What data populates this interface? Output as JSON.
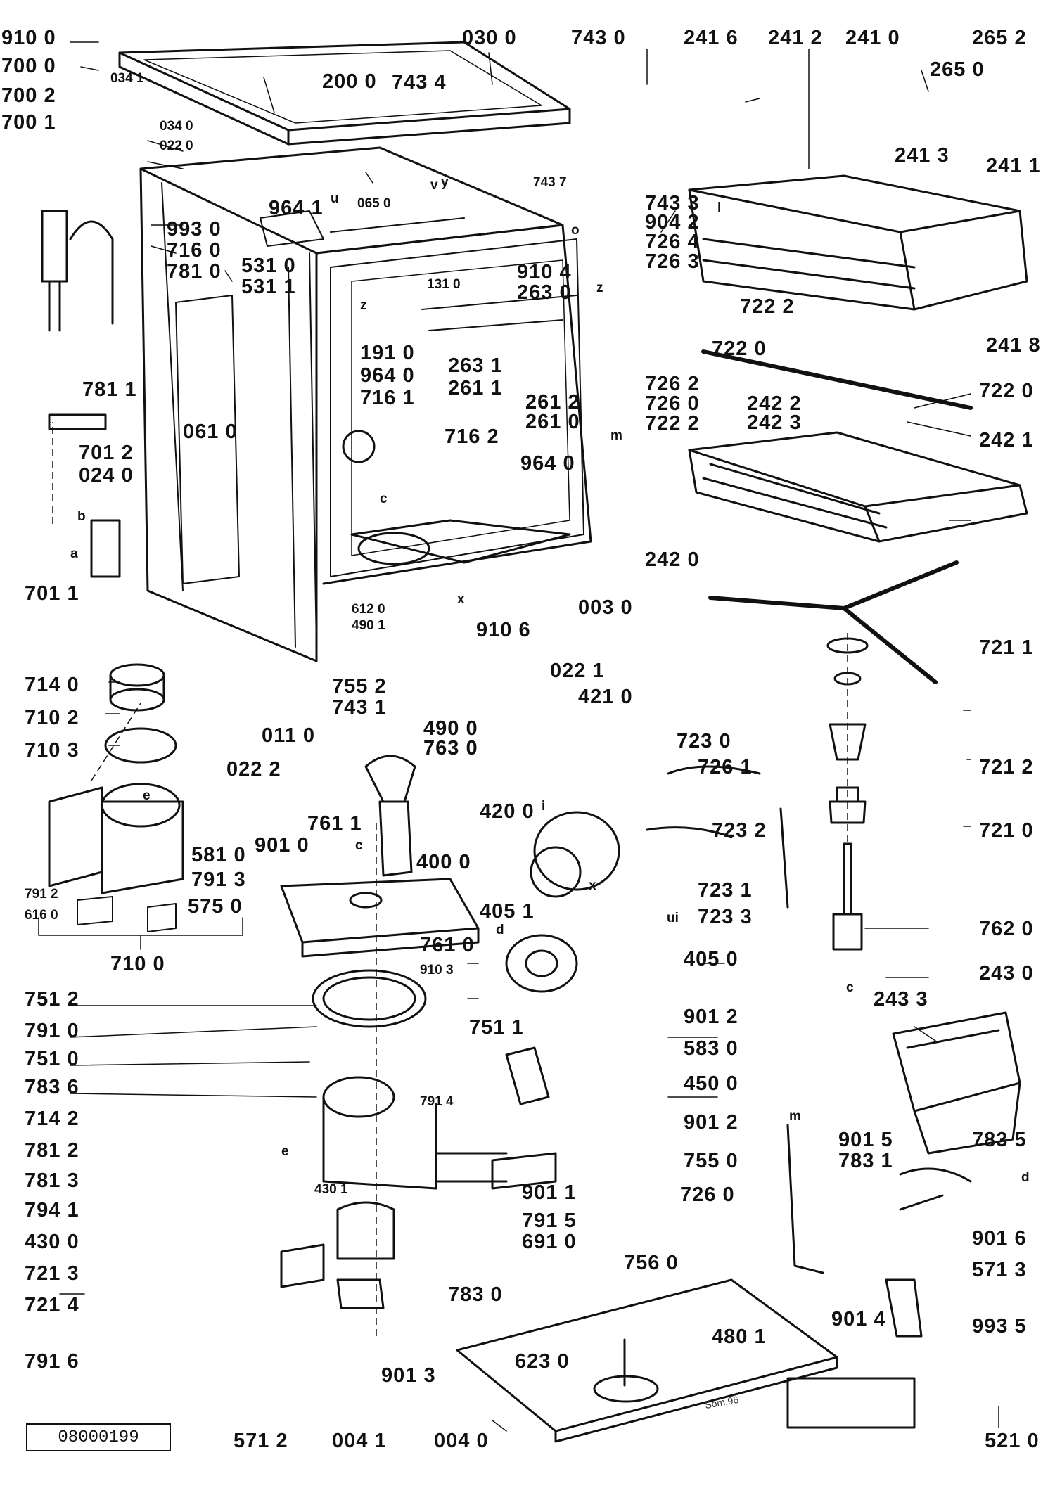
{
  "title": "",
  "drawing_number": "08000199",
  "stamp": "Som.96",
  "letters": [
    "a",
    "b",
    "c",
    "c",
    "c",
    "d",
    "d",
    "e",
    "e",
    "i",
    "l",
    "m",
    "m",
    "o",
    "u",
    "ui",
    "v",
    "x",
    "x",
    "y",
    "z",
    "z"
  ],
  "callouts": [
    "910 0",
    "700 0",
    "700 2",
    "700 1",
    "034 1",
    "030 0",
    "200 0",
    "743 4",
    "743 0",
    "034 0",
    "022 0",
    "993 0",
    "716 0",
    "781 0",
    "531 0",
    "531 1",
    "964 1",
    "065 0",
    "743 7",
    "743 3",
    "904 2",
    "726 4",
    "726 3",
    "910 4",
    "263 0",
    "131 0",
    "191 0",
    "964 0",
    "716 1",
    "263 1",
    "261 1",
    "261 2",
    "261 0",
    "726 2",
    "726 0",
    "722 2",
    "716 2",
    "061 0",
    "781 1",
    "701 2",
    "024 0",
    "701 1",
    "964 0",
    "003 0",
    "612 0",
    "490 1",
    "910 6",
    "022 1",
    "421 0",
    "755 2",
    "743 1",
    "011 0",
    "490 0",
    "763 0",
    "022 2",
    "714 0",
    "710 2",
    "710 3",
    "761 1",
    "581 0",
    "901 0",
    "791 3",
    "791 2",
    "616 0",
    "575 0",
    "710 0",
    "420 0",
    "400 0",
    "405 1",
    "761 0",
    "910 3",
    "405 0",
    "751 2",
    "791 0",
    "751 1",
    "901 2",
    "751 0",
    "583 0",
    "783 6",
    "450 0",
    "714 2",
    "791 4",
    "901 2",
    "781 2",
    "755 0",
    "781 3",
    "430 1",
    "901 1",
    "794 1",
    "791 5",
    "430 0",
    "691 0",
    "721 3",
    "721 4",
    "783 0",
    "791 6",
    "901 3",
    "571 2",
    "004 1",
    "004 0",
    "623 0",
    "756 0",
    "480 1",
    "521 0",
    "241 6",
    "241 2",
    "241 0",
    "265 2",
    "265 0",
    "241 3",
    "241 1",
    "722 2",
    "722 0",
    "722 0",
    "241 8",
    "242 2",
    "242 3",
    "242 1",
    "242 0",
    "721 1",
    "721 2",
    "721 0",
    "762 0",
    "243 0",
    "243 3",
    "723 0",
    "726 1",
    "723 2",
    "723 1",
    "723 3",
    "726 0",
    "901 5",
    "783 1",
    "783 5",
    "901 6",
    "571 3",
    "901 4",
    "993 5"
  ]
}
